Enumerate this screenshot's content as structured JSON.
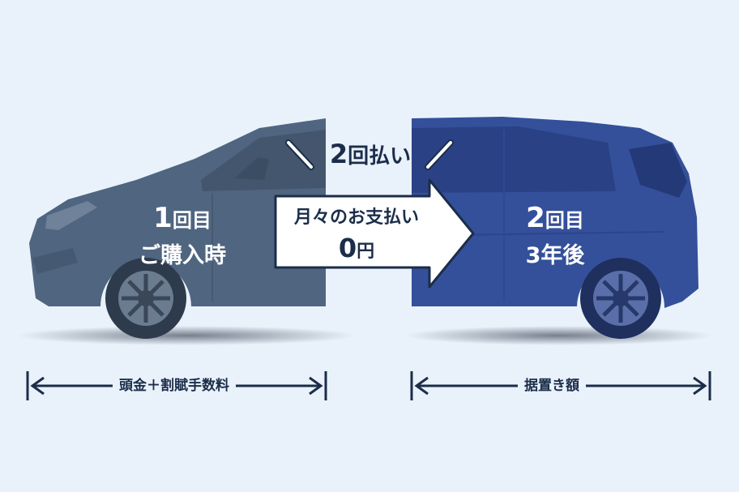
{
  "first": {
    "count": "1",
    "unit": "回目",
    "label": "ご購入時"
  },
  "second": {
    "count": "2",
    "unit": "回目",
    "label": "3年後"
  },
  "badge": {
    "count": "2",
    "text": "回払い"
  },
  "arrow": {
    "line1": "月々のお支払い",
    "amount": "0",
    "currency": "円"
  },
  "ranges": {
    "left": "頭金＋割賦手数料",
    "right": "据置き額"
  },
  "colors": {
    "background": "#e9f2fb",
    "first_car": "#4f6580",
    "second_car": "#34509a",
    "text_dark": "#1c2d4a"
  }
}
